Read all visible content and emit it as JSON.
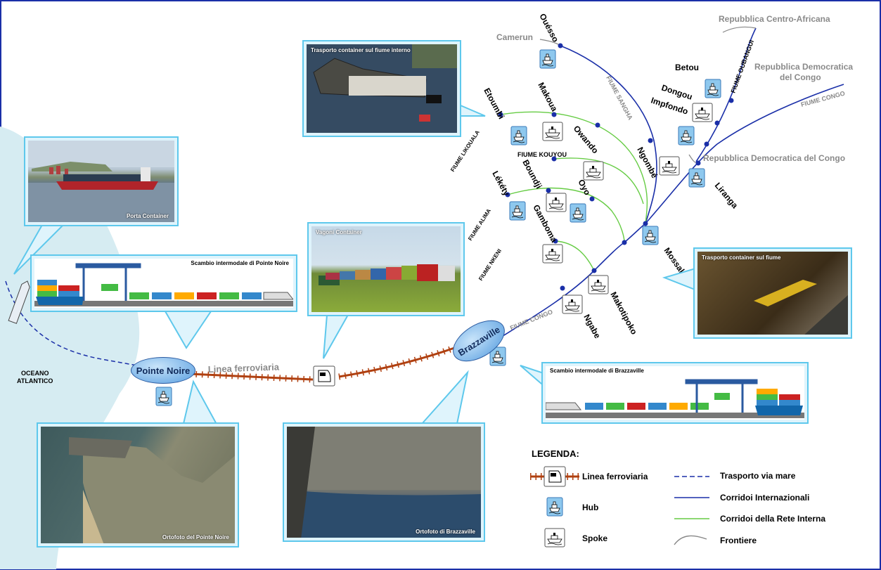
{
  "places": {
    "pointe_noire": "Pointe Noire",
    "brazzaville": "Brazzaville",
    "oceano": [
      "OCEANO",
      "ATLANTICO"
    ],
    "countries": {
      "camerun": "Camerun",
      "rca": "Repubblica Centro-Africana",
      "rdc_top": [
        "Repubblica Democratica",
        "del Congo"
      ],
      "rdc_mid": "Repubblica Democratica del Congo"
    },
    "rivers": {
      "sangha": "FIUME SANGHA",
      "oubangui": "FIUME OUBANGUI",
      "congo_ne": "FIUME CONGO",
      "congo_sw": "FIUME CONGO",
      "likouala": "FIUME LIKOUALA",
      "kouyou": "FIUME KOUYOU",
      "alima": "FIUME ALIMA",
      "nkeni": "FIUME NKENI"
    },
    "towns": [
      "Ouésso",
      "Etoumbi",
      "Makoua",
      "Owando",
      "Boundji",
      "Lékéty",
      "Oyo",
      "Gamboma",
      "Ngombé",
      "Betou",
      "Dongou",
      "Impfondo",
      "Liranga",
      "Mossaka",
      "Makotipoko",
      "Ngabe"
    ],
    "rail": "Linea ferroviaria"
  },
  "photos": {
    "porta": "Porta Container",
    "river_internal": "Trasporto container sul fiume interno",
    "vagoni": "Vagoni Container",
    "river": "Trasporto container sul fiume",
    "ortofoto_pn": "Ortofoto del Pointe Noire",
    "ortofoto_bz": "Ortofoto di Brazzaville",
    "scambio_pn": "Scambio intermodale di Pointe Noire",
    "scambio_bz": "Scambio intermodale di Brazzaville"
  },
  "legend": {
    "title": "LEGENDA:",
    "rail": "Linea ferroviaria",
    "hub": "Hub",
    "spoke": "Spoke",
    "sea": "Trasporto via mare",
    "intl": "Corridoi Internazionali",
    "internal": "Corridoi della Rete Interna",
    "border": "Frontiere"
  },
  "colors": {
    "international": "#1a2fa8",
    "internal": "#66cc44",
    "rail": "#b04010",
    "sea": "#1a2fa8",
    "border": "#888888",
    "callout": "#5ec8ec",
    "ocean": "#d6ecf2"
  }
}
